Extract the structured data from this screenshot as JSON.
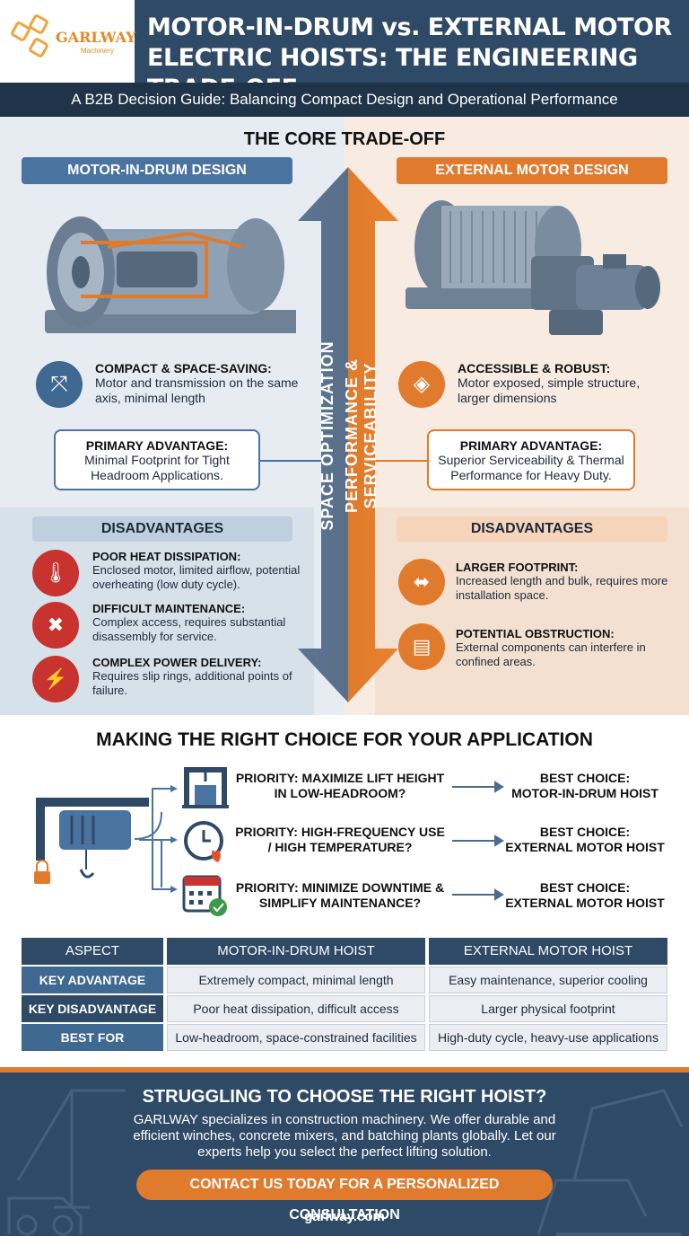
{
  "header": {
    "logo_brand": "GARLWAY",
    "logo_sub": "Machinery",
    "title_line1": "MOTOR-IN-DRUM vs. EXTERNAL MOTOR",
    "title_line2": "ELECTRIC HOISTS: THE ENGINEERING TRADE-OFF",
    "subtitle": "A B2B Decision Guide: Balancing Compact Design and Operational Performance"
  },
  "core": {
    "title": "THE CORE TRADE-OFF",
    "arrow_text_1": "SPACE OPTIMIZATION",
    "arrow_text_2": "PERFORMANCE & SERVICEABILITY",
    "left": {
      "label": "MOTOR-IN-DRUM DESIGN",
      "feature_title": "COMPACT & SPACE-SAVING:",
      "feature_text": "Motor and transmission on the same axis, minimal length",
      "adv_title": "PRIMARY ADVANTAGE:",
      "adv_text": "Minimal Footprint for Tight Headroom Applications.",
      "dis_label": "DISADVANTAGES",
      "dis": [
        {
          "title": "POOR HEAT DISSIPATION:",
          "text": "Enclosed motor, limited airflow, potential overheating (low duty cycle)."
        },
        {
          "title": "DIFFICULT MAINTENANCE:",
          "text": "Complex access, requires substantial disassembly for service."
        },
        {
          "title": "COMPLEX POWER DELIVERY:",
          "text": "Requires slip rings, additional points of failure."
        }
      ]
    },
    "right": {
      "label": "EXTERNAL MOTOR DESIGN",
      "feature_title": "ACCESSIBLE & ROBUST:",
      "feature_text": "Motor exposed, simple structure, larger dimensions",
      "adv_title": "PRIMARY ADVANTAGE:",
      "adv_text": "Superior Serviceability & Thermal Performance for Heavy Duty.",
      "dis_label": "DISADVANTAGES",
      "dis": [
        {
          "title": "LARGER FOOTPRINT:",
          "text": "Increased length and bulk, requires more installation space."
        },
        {
          "title": "POTENTIAL OBSTRUCTION:",
          "text": "External components can interfere in confined areas."
        }
      ]
    }
  },
  "choice": {
    "title": "MAKING THE RIGHT CHOICE FOR YOUR APPLICATION",
    "rows": [
      {
        "priority": "PRIORITY: MAXIMIZE LIFT HEIGHT IN LOW-HEADROOM?",
        "best_label": "BEST CHOICE:",
        "best": "MOTOR-IN-DRUM HOIST"
      },
      {
        "priority": "PRIORITY: HIGH-FREQUENCY USE / HIGH TEMPERATURE?",
        "best_label": "BEST CHOICE:",
        "best": "EXTERNAL MOTOR HOIST"
      },
      {
        "priority": "PRIORITY: MINIMIZE DOWNTIME & SIMPLIFY MAINTENANCE?",
        "best_label": "BEST CHOICE:",
        "best": "EXTERNAL MOTOR HOIST"
      }
    ]
  },
  "table": {
    "headers": [
      "ASPECT",
      "MOTOR-IN-DRUM HOIST",
      "EXTERNAL MOTOR HOIST"
    ],
    "rows": [
      {
        "aspect": "KEY ADVANTAGE",
        "drum": "Extremely compact, minimal length",
        "external": "Easy maintenance, superior cooling"
      },
      {
        "aspect": "KEY DISADVANTAGE",
        "drum": "Poor heat dissipation, difficult access",
        "external": "Larger physical footprint"
      },
      {
        "aspect": "BEST FOR",
        "drum": "Low-headroom, space-constrained facilities",
        "external": "High-duty cycle, heavy-use applications"
      }
    ]
  },
  "footer": {
    "title": "STRUGGLING TO CHOOSE THE RIGHT HOIST?",
    "text": "GARLWAY specializes in construction machinery. We offer durable and efficient winches, concrete mixers, and batching plants globally. Let our experts help you select the perfect lifting solution.",
    "cta": "CONTACT US TODAY FOR A PERSONALIZED CONSULTATION",
    "site": "garlway.com"
  },
  "colors": {
    "navy": "#2f4a66",
    "blue": "#4b73a0",
    "orange": "#e07a2c",
    "red": "#c8322f"
  },
  "icons": [
    "compact-arrows-icon",
    "cube-icon",
    "thermometer-icon",
    "wrench-lock-icon",
    "lightning-icon",
    "footprint-icon",
    "barrier-icon",
    "press-icon",
    "clock-fire-icon",
    "calendar-check-icon",
    "hoist-icon"
  ]
}
